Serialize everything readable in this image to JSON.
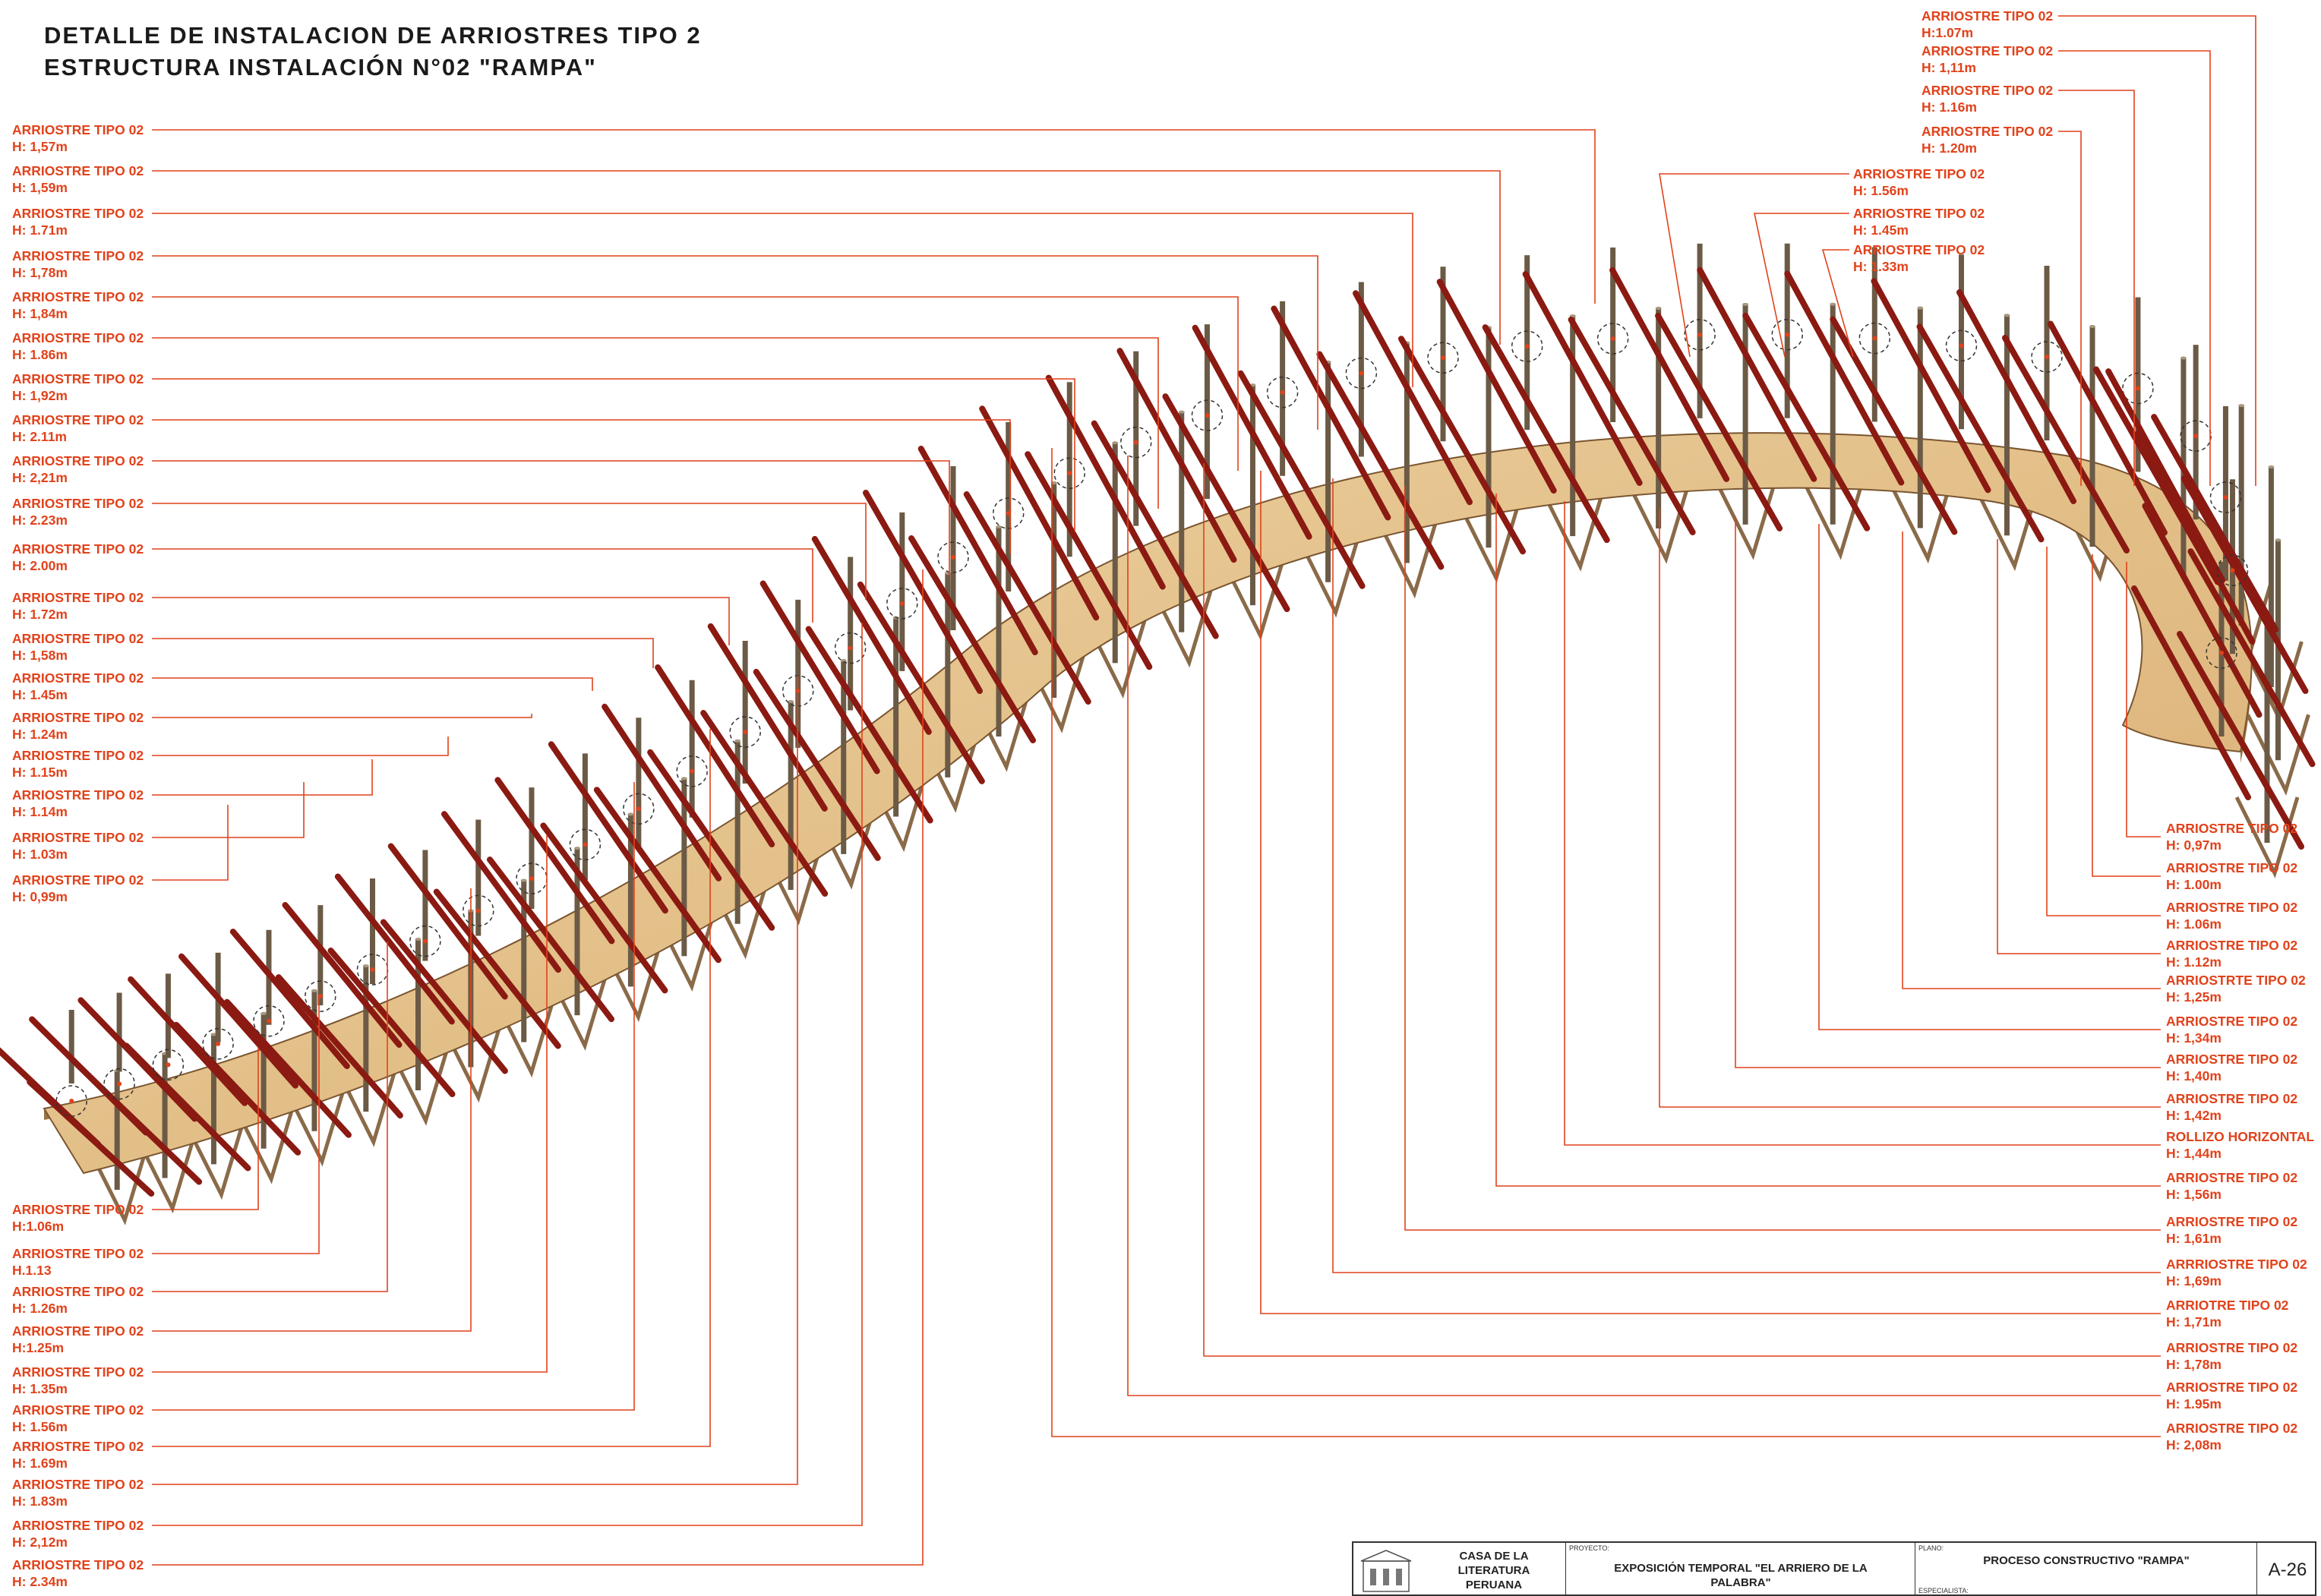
{
  "title": {
    "line1": "DETALLE DE INSTALACION DE ARRIOSTRES TIPO 2",
    "line2": "ESTRUCTURA INSTALACIÓN N°02 \"RAMPA\""
  },
  "colors": {
    "leader": "#e1421b",
    "deck": "#e6c48e",
    "deck_dark": "#c89a5e",
    "post": "#6b5a45",
    "brace": "#8a1a12",
    "post_cap": "#a89880"
  },
  "labels": {
    "top_left": [
      {
        "name": "ARRIOSTRE TIPO 02",
        "height": "H: 1,57m"
      },
      {
        "name": "ARRIOSTRE TIPO 02",
        "height": "H: 1,59m"
      },
      {
        "name": "ARRIOSTRE TIPO 02",
        "height": "H: 1.71m"
      },
      {
        "name": "ARRIOSTRE TIPO 02",
        "height": "H: 1,78m"
      },
      {
        "name": "ARRIOSTRE TIPO 02",
        "height": "H: 1,84m"
      },
      {
        "name": "ARRIOSTRE TIPO 02",
        "height": "H: 1.86m"
      },
      {
        "name": "ARRIOSTRE TIPO 02",
        "height": "H: 1,92m"
      },
      {
        "name": "ARRIOSTRE TIPO 02",
        "height": "H: 2.11m"
      },
      {
        "name": "ARRIOSTRE TIPO 02",
        "height": "H: 2,21m"
      },
      {
        "name": "ARRIOSTRE TIPO 02",
        "height": "H: 2.23m"
      },
      {
        "name": "ARRIOSTRE TIPO 02",
        "height": "H: 2.00m"
      },
      {
        "name": "ARRIOSTRE TIPO 02",
        "height": "H: 1.72m"
      },
      {
        "name": "ARRIOSTRE TIPO 02",
        "height": "H: 1,58m"
      },
      {
        "name": "ARRIOSTRE TIPO 02",
        "height": "H: 1.45m"
      },
      {
        "name": "ARRIOSTRE TIPO 02",
        "height": "H: 1.24m"
      },
      {
        "name": "ARRIOSTRE TIPO 02",
        "height": "H: 1.15m"
      },
      {
        "name": "ARRIOSTRE TIPO 02",
        "height": "H: 1.14m"
      },
      {
        "name": "ARRIOSTRE TIPO 02",
        "height": "H: 1.03m"
      },
      {
        "name": "ARRIOSTRE TIPO 02",
        "height": "H: 0,99m"
      }
    ],
    "bottom_left": [
      {
        "name": "ARRIOSTRE TIPO 02",
        "height": "H:1.06m"
      },
      {
        "name": "ARRIOSTRE TIPO 02",
        "height": "H.1.13"
      },
      {
        "name": "ARRIOSTRE TIPO 02",
        "height": "H: 1.26m"
      },
      {
        "name": "ARRIOSTRE TIPO 02",
        "height": "H:1.25m"
      },
      {
        "name": "ARRIOSTRE TIPO 02",
        "height": "H: 1.35m"
      },
      {
        "name": "ARRIOSTRE TIPO 02",
        "height": "H: 1.56m"
      },
      {
        "name": "ARRIOSTRE TIPO 02",
        "height": "H: 1.69m"
      },
      {
        "name": "ARRIOSTRE TIPO 02",
        "height": "H: 1.83m"
      },
      {
        "name": "ARRIOSTRE TIPO 02",
        "height": "H: 2,12m"
      },
      {
        "name": "ARRIOSTRE TIPO 02",
        "height": "H: 2.34m"
      }
    ],
    "top_right": [
      {
        "name": "ARRIOSTRE TIPO 02",
        "height": "H:1.07m"
      },
      {
        "name": "ARRIOSTRE TIPO 02",
        "height": "H: 1,11m"
      },
      {
        "name": "ARRIOSTRE TIPO 02",
        "height": "H: 1.16m"
      },
      {
        "name": "ARRIOSTRE TIPO 02",
        "height": "H: 1.20m"
      }
    ],
    "top_mid": [
      {
        "name": "ARRIOSTRE TIPO 02",
        "height": "H: 1.56m"
      },
      {
        "name": "ARRIOSTRE TIPO 02",
        "height": "H: 1.45m"
      },
      {
        "name": "ARRIOSTRE TIPO 02",
        "height": "H: 1.33m"
      }
    ],
    "right": [
      {
        "name": "ARRIOSTRE TIPO 02",
        "height": "H: 0,97m"
      },
      {
        "name": "ARRIOSTRE TIPO 02",
        "height": "H: 1.00m"
      },
      {
        "name": "ARRIOSTRE TIPO 02",
        "height": "H: 1.06m"
      },
      {
        "name": "ARRIOSTRE TIPO 02",
        "height": "H: 1.12m"
      },
      {
        "name": "ARRIOSTRTE TIPO 02",
        "height": "H: 1,25m"
      },
      {
        "name": "ARRIOSTRE TIPO 02",
        "height": "H: 1,34m"
      },
      {
        "name": "ARRIOSTRE TIPO 02",
        "height": "H: 1,40m"
      },
      {
        "name": "ARRIOSTRE TIPO 02",
        "height": "H: 1,42m"
      },
      {
        "name": "ROLLIZO HORIZONTAL",
        "height": "H: 1,44m"
      },
      {
        "name": "ARRIOSTRE TIPO 02",
        "height": "H: 1,56m"
      },
      {
        "name": "ARRIOSTRE TIPO 02",
        "height": "H: 1,61m"
      },
      {
        "name": "ARRRIOSTRE TIPO 02",
        "height": "H: 1,69m"
      },
      {
        "name": "ARRIOTRE TIPO 02",
        "height": "H: 1,71m"
      },
      {
        "name": "ARRIOSTRE TIPO 02",
        "height": "H: 1,78m"
      },
      {
        "name": "ARRIOSTRE TIPO 02",
        "height": "H: 1.95m"
      },
      {
        "name": "ARRIOSTRE TIPO 02",
        "height": "H: 2,08m"
      }
    ]
  },
  "title_block": {
    "institution": "CASA DE LA LITERATURA PERUANA",
    "project_caption": "PROYECTO:",
    "project": "EXPOSICIÓN TEMPORAL \"EL ARRIERO DE LA PALABRA\"",
    "plan_caption": "PLANO:",
    "plan": "PROCESO CONSTRUCTIVO \"RAMPA\"",
    "specialty_caption": "ESPECIALISTA:",
    "sheet": "A-26"
  }
}
